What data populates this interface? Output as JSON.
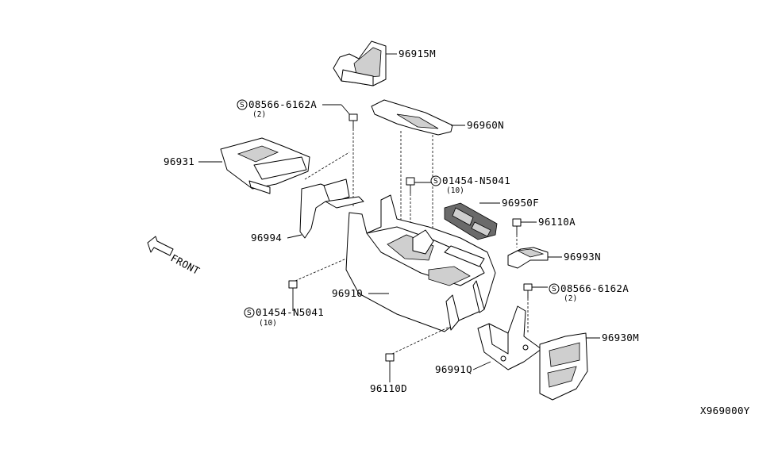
{
  "diagram_id": "X969000Y",
  "front_label": "FRONT",
  "parts": {
    "p96915M": "96915M",
    "p96960N": "96960N",
    "p08566_top": "08566-6162A",
    "p08566_top_qty": "(2)",
    "p01454_top": "01454-N5041",
    "p01454_top_qty": "(10)",
    "p96931": "96931",
    "p96950F": "96950F",
    "p96110A": "96110A",
    "p96994": "96994",
    "p96993N": "96993N",
    "p08566_right": "08566-6162A",
    "p08566_right_qty": "(2)",
    "p96910": "96910",
    "p01454_left": "01454-N5041",
    "p01454_left_qty": "(10)",
    "p96930M": "96930M",
    "p96991Q": "96991Q",
    "p96110D": "96110D"
  },
  "screw_symbol": "S"
}
